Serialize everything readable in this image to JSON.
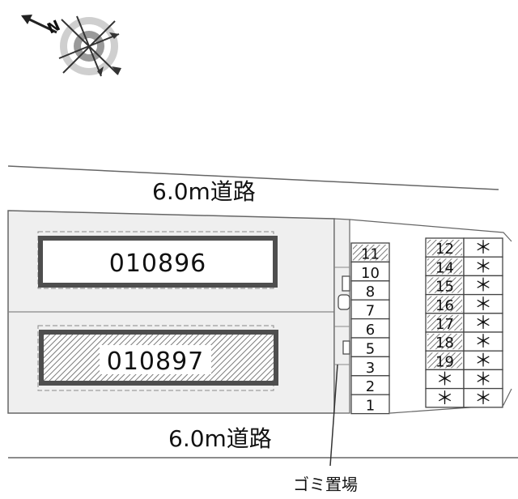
{
  "roads": {
    "top_label": "6.0m道路",
    "bottom_label": "6.0m道路"
  },
  "buildings": [
    {
      "id": "010896",
      "hatched": false
    },
    {
      "id": "010897",
      "hatched": true
    }
  ],
  "parking_left": [
    {
      "label": "11",
      "hatched": true
    },
    {
      "label": "10",
      "hatched": false
    },
    {
      "label": "8",
      "hatched": false
    },
    {
      "label": "7",
      "hatched": false
    },
    {
      "label": "6",
      "hatched": false
    },
    {
      "label": "5",
      "hatched": false
    },
    {
      "label": "3",
      "hatched": false
    },
    {
      "label": "2",
      "hatched": false
    },
    {
      "label": "1",
      "hatched": false
    }
  ],
  "parking_right": [
    {
      "left": "12",
      "left_hatched": true,
      "right": "＊"
    },
    {
      "left": "14",
      "left_hatched": true,
      "right": "＊"
    },
    {
      "left": "15",
      "left_hatched": true,
      "right": "＊"
    },
    {
      "left": "16",
      "left_hatched": true,
      "right": "＊"
    },
    {
      "left": "17",
      "left_hatched": true,
      "right": "＊"
    },
    {
      "left": "18",
      "left_hatched": true,
      "right": "＊"
    },
    {
      "left": "19",
      "left_hatched": true,
      "right": "＊"
    },
    {
      "left": "＊",
      "left_hatched": false,
      "right": "＊"
    },
    {
      "left": "＊",
      "left_hatched": false,
      "right": "＊"
    }
  ],
  "garbage_label": "ゴミ置場",
  "compass": {
    "north_label": "N"
  },
  "colors": {
    "site_fill": "#efefef",
    "building_border": "#555555",
    "line": "#666666",
    "hatch": "#777777"
  }
}
